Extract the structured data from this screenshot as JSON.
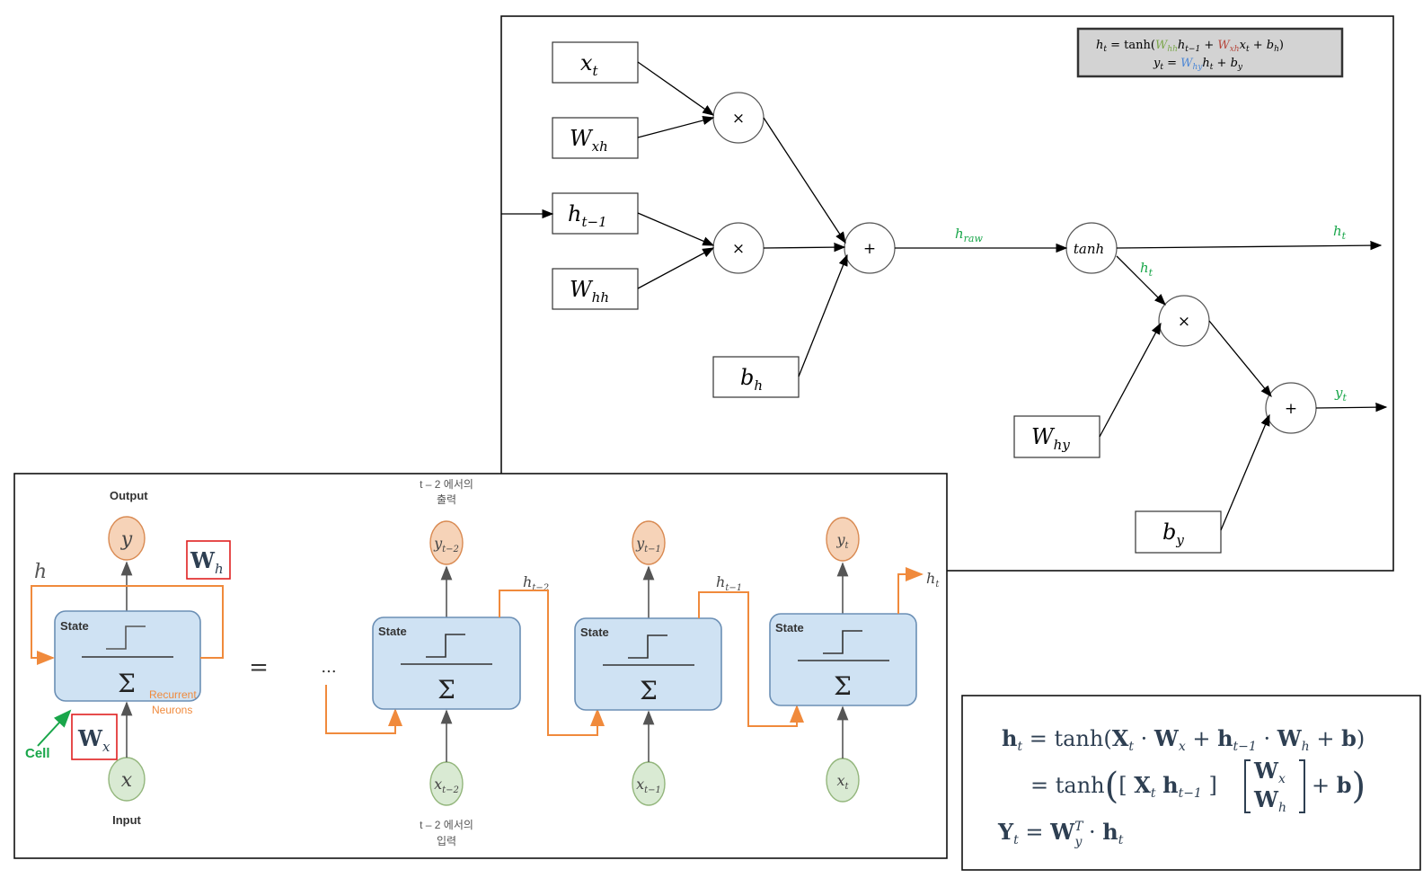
{
  "top_diagram": {
    "inputs": {
      "x_t": "x",
      "x_t_sub": "t",
      "W_xh": "W",
      "W_xh_sub": "xh",
      "h_prev": "h",
      "h_prev_sub": "t−1",
      "W_hh": "W",
      "W_hh_sub": "hh",
      "b_h": "b",
      "b_h_sub": "h",
      "W_hy": "W",
      "W_hy_sub": "hy",
      "b_y": "b",
      "b_y_sub": "y"
    },
    "ops": {
      "mul": "×",
      "add": "+",
      "tanh": "tanh"
    },
    "edge_labels": {
      "h_raw": "h",
      "h_raw_sub": "raw",
      "h_t": "h",
      "h_t_sub": "t",
      "y_t": "y",
      "y_t_sub": "t"
    },
    "equation_line1": "h_t = tanh(W_hh h_{t−1} + W_xh x_t + b_h)",
    "equation_line2": "y_t = W_hy h_t + b_y"
  },
  "bottom_diagram": {
    "output_label": "Output",
    "input_label": "Input",
    "state_label": "State",
    "sigma": "Σ",
    "h_label": "h",
    "y_label": "y",
    "x_label": "x",
    "W_h": "W",
    "W_h_sub": "h",
    "W_x": "W",
    "W_x_sub": "x",
    "recurrent_line1": "Recurrent",
    "recurrent_line2": "Neurons",
    "cell_label": "Cell",
    "equals": "=",
    "ellipsis": "...",
    "out_caption_line1": "t – 2 에서의",
    "out_caption_line2": "출력",
    "in_caption_line1": "t – 2 에서의",
    "in_caption_line2": "입력",
    "steps": [
      {
        "y": "y",
        "y_sub": "t−2",
        "x": "x",
        "x_sub": "t−2",
        "h": "h",
        "h_sub": "t−2"
      },
      {
        "y": "y",
        "y_sub": "t−1",
        "x": "x",
        "x_sub": "t−1",
        "h": "h",
        "h_sub": "t−1"
      },
      {
        "y": "y",
        "y_sub": "t",
        "x": "x",
        "x_sub": "t",
        "h": "h",
        "h_sub": "t"
      }
    ],
    "colors": {
      "orange": "#f08a3c",
      "state": "#cfe2f3",
      "green": "#19a64a",
      "red": "#e02020"
    }
  },
  "equations_panel": {
    "line1_lhs": "h",
    "line1_rhs": "= tanh(X · W + h · W + b)",
    "line2_rhs": "= tanh([ X   h ] [W ; W] + b)",
    "line3": "Y = W · h",
    "color": "#2e3f52"
  }
}
